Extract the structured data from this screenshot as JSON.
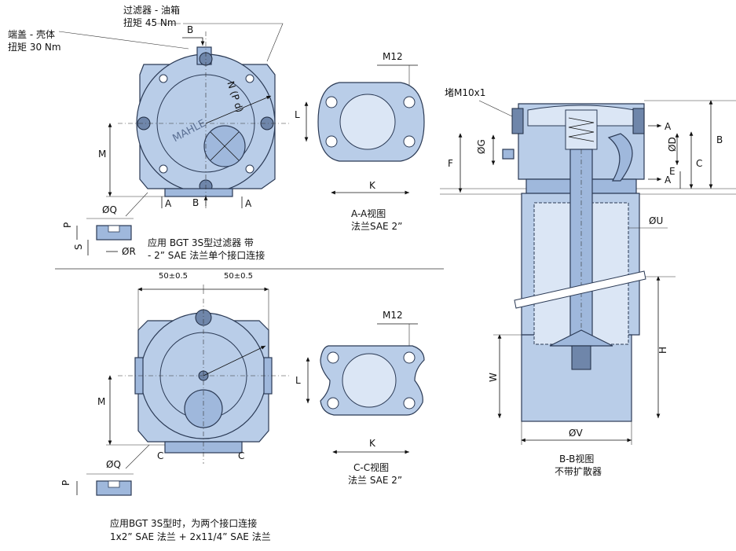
{
  "top_view_1": {
    "callout_filter_tank": "过滤器 - 油箱",
    "callout_filter_torque": "扭矩 45 Nm",
    "callout_cap_housing": "端盖 - 壳体",
    "callout_cap_torque": "扭矩 30 Nm",
    "label_B_top": "B",
    "label_N": "N (P d)",
    "label_M": "M",
    "label_A_left": "A",
    "label_B_bottom": "B",
    "label_A_right": "A",
    "label_Q": "ØQ",
    "label_P": "P",
    "label_S": "S",
    "label_R": "ØR",
    "caption_line1": "应用 BGT 3S型过滤器 带",
    "caption_line2": "- 2” SAE 法兰单个接口连接"
  },
  "flange_AA": {
    "label_M12": "M12",
    "label_L": "L",
    "label_K": "K",
    "caption_line1": "A-A视图",
    "caption_line2": "法兰SAE 2”"
  },
  "top_view_2": {
    "dim_left": "50±0.5",
    "dim_right": "50±0.5",
    "label_M": "M",
    "label_Q": "ØQ",
    "label_C_left": "C",
    "label_C_right": "C",
    "label_P": "P",
    "caption_line1": "应用BGT 3S型时，为两个接口连接",
    "caption_line2": "1x2” SAE 法兰 + 2x11/4” SAE 法兰"
  },
  "flange_CC": {
    "label_M12": "M12",
    "label_L": "L",
    "label_K": "K",
    "caption_line1": "C-C视图",
    "caption_line2": "法兰 SAE 2”"
  },
  "section_BB": {
    "label_plug": "堵M10x1",
    "label_G": "ØG",
    "label_F": "F",
    "label_A1": "A",
    "label_D": "ØD",
    "label_C": "C",
    "label_E": "E",
    "label_A2": "A",
    "label_B": "B",
    "label_U": "ØU",
    "label_H": "H",
    "label_W": "W",
    "label_V": "ØV",
    "caption_line1": "B-B视图",
    "caption_line2": "不带扩散器"
  },
  "colors": {
    "body": "#b9cde8",
    "body_dark": "#9fb8dc",
    "outline": "#2b3a55"
  }
}
